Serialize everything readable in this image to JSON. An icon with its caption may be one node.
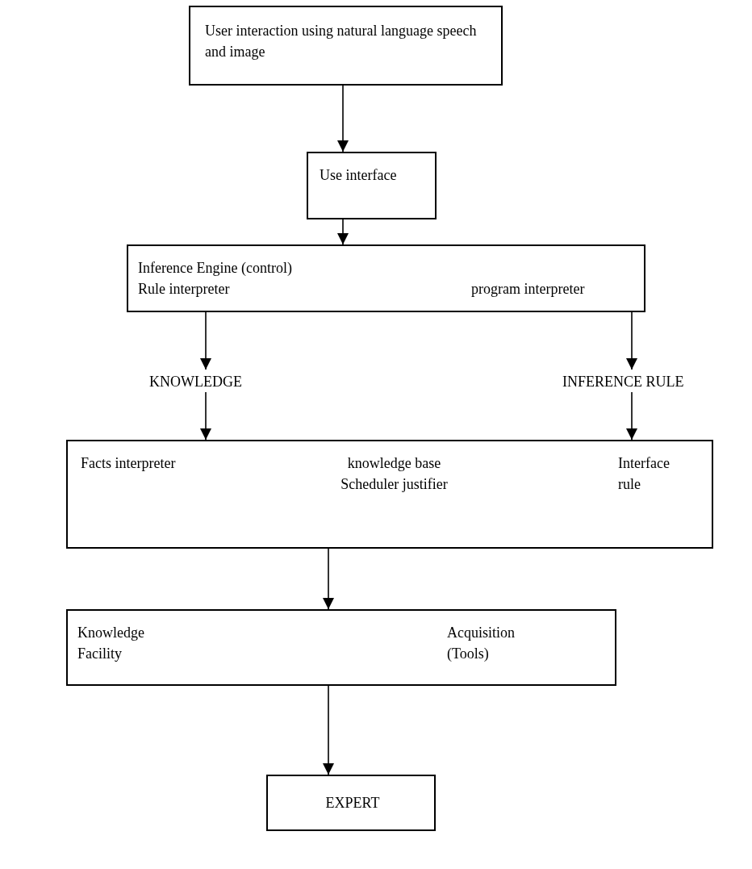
{
  "diagram": {
    "nodes": [
      {
        "text": [
          "User interaction using natural language speech and image"
        ]
      },
      {
        "text": [
          "Use interface"
        ]
      },
      {
        "text": [
          "Inference Engine (control)",
          "Rule interpreter",
          "program interpreter"
        ]
      },
      {
        "text": [
          "KNOWLEDGE"
        ]
      },
      {
        "text": [
          "INFERENCE RULE"
        ]
      },
      {
        "text": [
          "Facts interpreter",
          "knowledge base Scheduler justifier",
          "Interface rule"
        ]
      },
      {
        "text": [
          "Knowledge Facility",
          "Acquisition (Tools)"
        ]
      },
      {
        "text": [
          "EXPERT"
        ]
      }
    ],
    "edges": [
      {
        "from": 0,
        "to": 1,
        "arrow": "to"
      },
      {
        "from": 1,
        "to": 2,
        "arrow": "to"
      },
      {
        "from": 2,
        "to": 3,
        "arrow": "to"
      },
      {
        "from": 2,
        "to": 4,
        "arrow": "to"
      },
      {
        "from": 3,
        "to": 5,
        "arrow": "to"
      },
      {
        "from": 4,
        "to": 5,
        "arrow": "to"
      },
      {
        "from": 5,
        "to": 6,
        "arrow": "to"
      },
      {
        "from": 6,
        "to": 7,
        "arrow": "to"
      }
    ]
  }
}
